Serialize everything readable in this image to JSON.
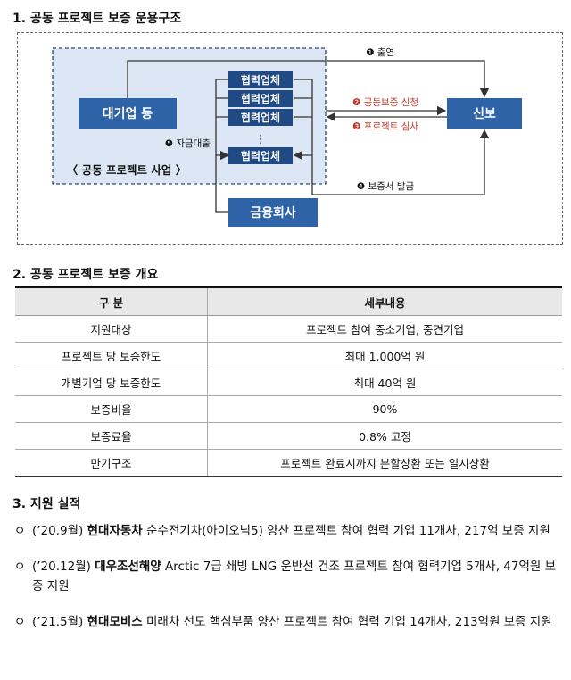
{
  "sections": {
    "s1": "1. 공동 프로젝트 보증 운용구조",
    "s2": "2. 공동 프로젝트 보증 개요",
    "s3": "3. 지원 실적"
  },
  "diagram": {
    "large_company": "대기업 등",
    "partner": "협력업체",
    "dots": "⋮",
    "financial": "금융회사",
    "kodit": "신보",
    "project_label": "〈 공동 프로젝트 사업 〉",
    "step1": "❶ 출연",
    "step2": "❷ 공동보증 신청",
    "step3": "❸ 프로젝트 심사",
    "step4": "❹ 보증서 발급",
    "step5": "❺ 자금대출",
    "colors": {
      "blue_box": "#2e63a8",
      "red_text": "#c0392b",
      "dashed_area": "#dce6f4"
    }
  },
  "table": {
    "headers": [
      "구 분",
      "세부내용"
    ],
    "rows": [
      [
        "지원대상",
        "프로젝트 참여 중소기업, 중견기업"
      ],
      [
        "프로젝트 당 보증한도",
        "최대 1,000억 원"
      ],
      [
        "개별기업 당 보증한도",
        "최대 40억 원"
      ],
      [
        "보증비율",
        "90%"
      ],
      [
        "보증료율",
        "0.8% 고정"
      ],
      [
        "만기구조",
        "프로젝트 완료시까지 분할상환 또는 일시상환"
      ]
    ]
  },
  "records": [
    {
      "mark": "ㅇ",
      "date": "(’20.9월)",
      "company": "현대자동차",
      "text": "순수전기차(아이오닉5) 양산 프로젝트 참여 협력 기업 11개사, 217억 보증 지원"
    },
    {
      "mark": "ㅇ",
      "date": "(’20.12월)",
      "company": "대우조선해양",
      "text": "Arctic 7급 쇄빙 LNG 운반선 건조 프로젝트 참여 협력기업 5개사, 47억원 보증 지원"
    },
    {
      "mark": "ㅇ",
      "date": "(’21.5월)",
      "company": "현대모비스",
      "text": "미래차 선도 핵심부품 양산 프로젝트 참여 협력 기업 14개사, 213억원 보증 지원"
    }
  ]
}
